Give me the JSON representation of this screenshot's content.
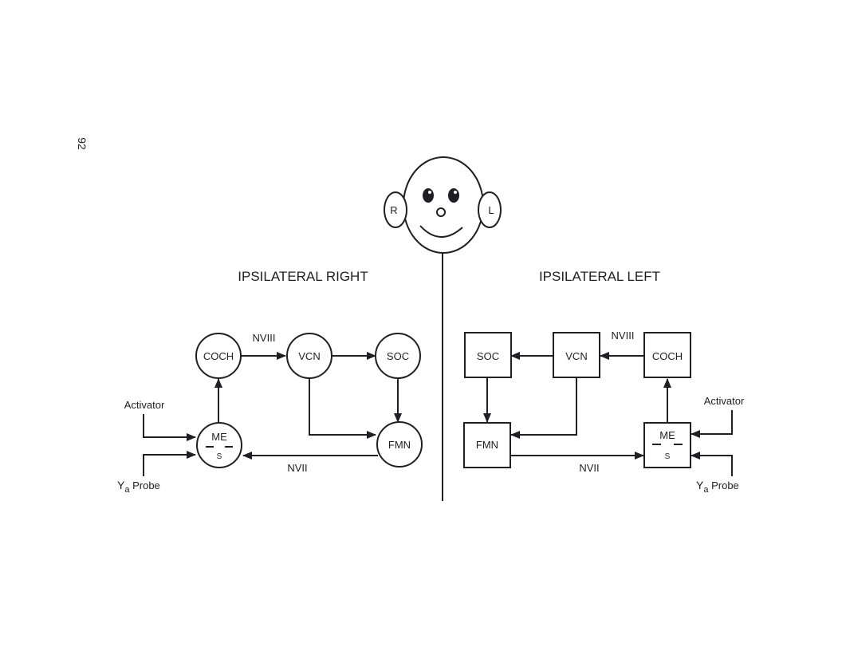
{
  "page_number": "92",
  "face": {
    "right_ear": "R",
    "left_ear": "L"
  },
  "titles": {
    "right": "IPSILATERAL RIGHT",
    "left": "IPSILATERAL LEFT"
  },
  "right_diagram": {
    "nodes": {
      "coch": "COCH",
      "vcn": "VCN",
      "soc": "SOC",
      "fmn": "FMN",
      "me": "ME",
      "s": "S"
    },
    "nerves": {
      "nviii": "NVIII",
      "nvii": "NVII"
    },
    "inputs": {
      "activator": "Activator",
      "probe_y": "Y",
      "probe_sub": "a",
      "probe_word": "Probe"
    }
  },
  "left_diagram": {
    "nodes": {
      "coch": "COCH",
      "vcn": "VCN",
      "soc": "SOC",
      "fmn": "FMN",
      "me": "ME",
      "s": "S"
    },
    "nerves": {
      "nviii": "NVIII",
      "nvii": "NVII"
    },
    "inputs": {
      "activator": "Activator",
      "probe_y": "Y",
      "probe_sub": "a",
      "probe_word": "Probe"
    }
  },
  "colors": {
    "ink": "#1f1f24",
    "paper": "#ffffff"
  }
}
